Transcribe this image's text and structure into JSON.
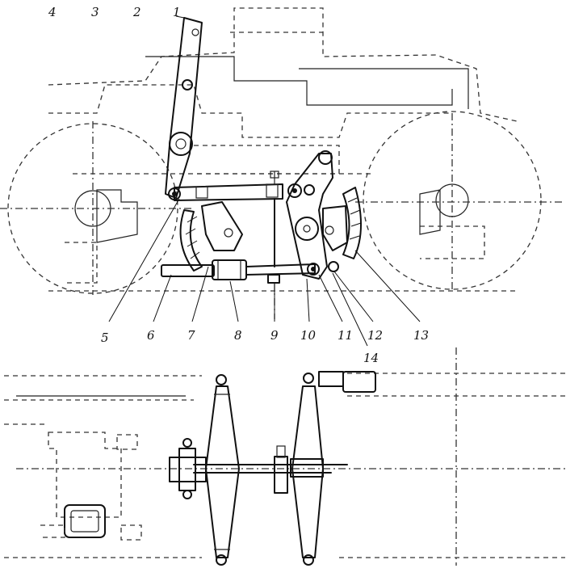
{
  "labels": {
    "l4": "4",
    "l3": "3",
    "l2": "2",
    "l1": "1",
    "l5": "5",
    "l6": "6",
    "l7": "7",
    "l8": "8",
    "l9": "9",
    "l10": "10",
    "l11": "11",
    "l12": "12",
    "l13": "13",
    "l14": "14"
  }
}
